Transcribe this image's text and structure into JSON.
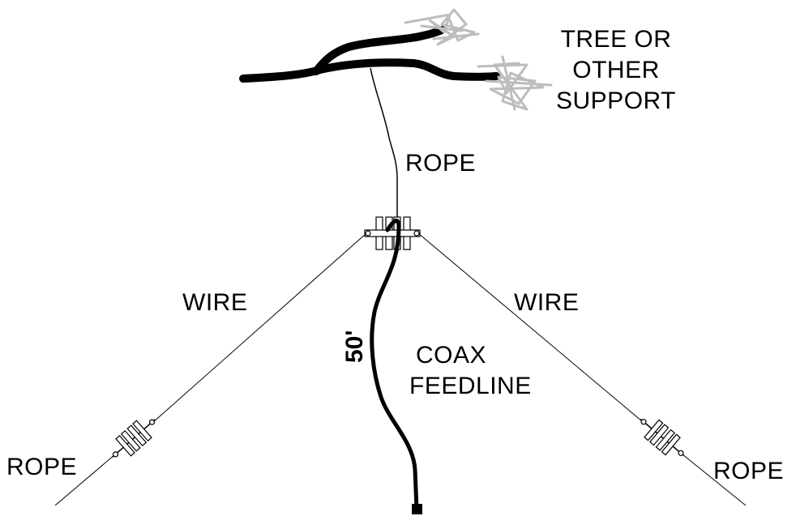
{
  "labels": {
    "support": [
      "TREE OR",
      "OTHER",
      "SUPPORT"
    ],
    "rope_top": "ROPE",
    "wire_left": "WIRE",
    "wire_right": "WIRE",
    "coax": [
      "COAX",
      "FEEDLINE"
    ],
    "coax_length": "50'",
    "rope_left": "ROPE",
    "rope_right": "ROPE"
  },
  "colors": {
    "ink": "#000000",
    "foliage": "#bdbdbd",
    "background": "#ffffff"
  }
}
